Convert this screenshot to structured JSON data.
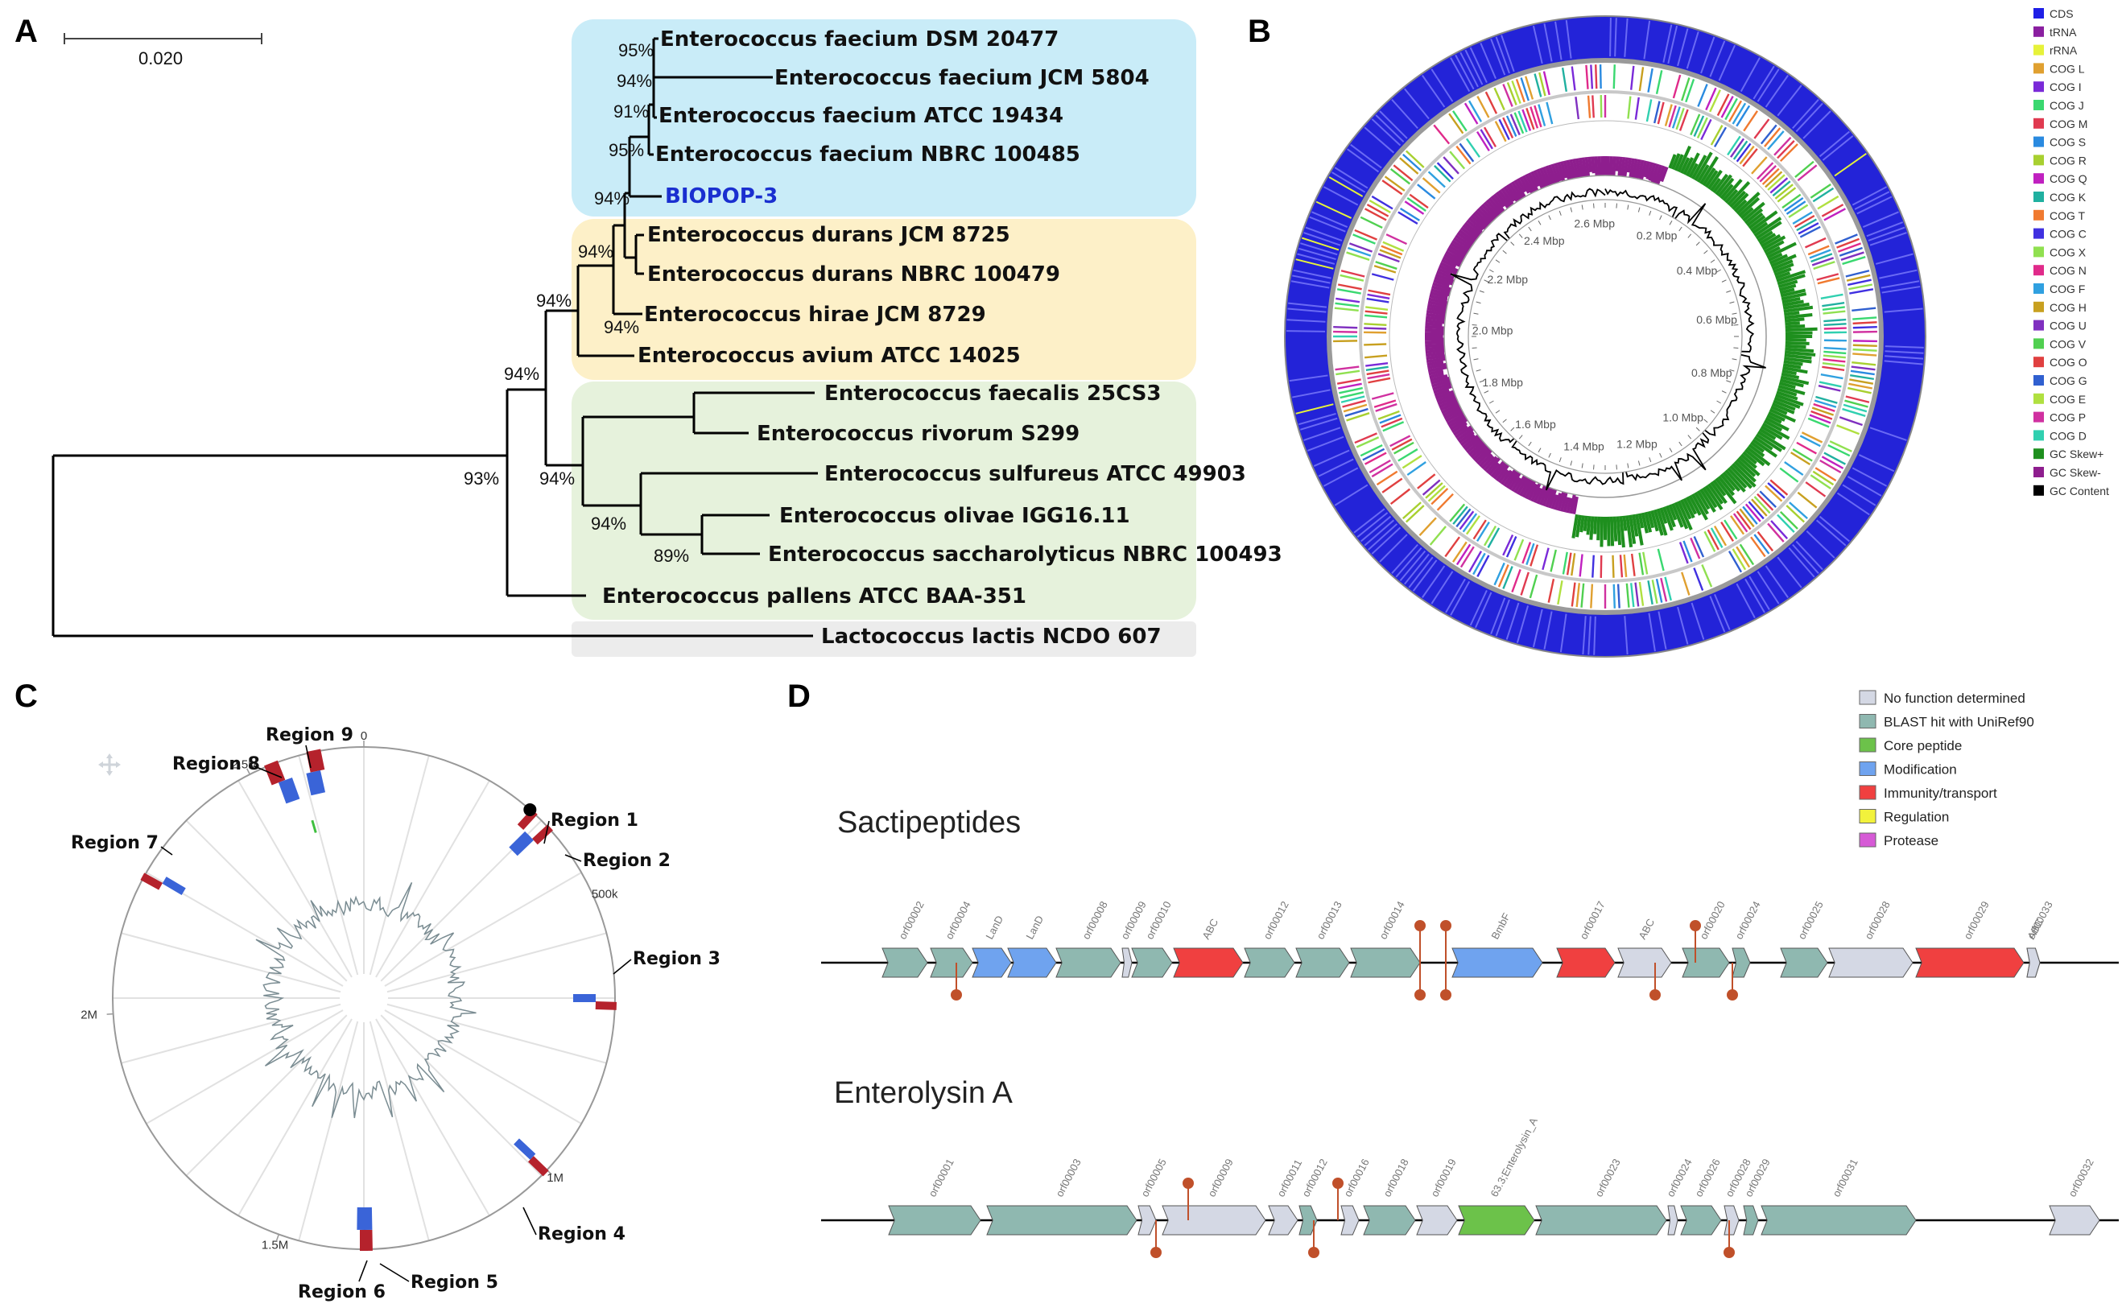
{
  "panels": {
    "a": "A",
    "b": "B",
    "c": "C",
    "d": "D"
  },
  "panel_a": {
    "scale_label": "0.020",
    "taxa": [
      {
        "name": "Enterococcus faecium DSM 20477",
        "highlight": false
      },
      {
        "name": "Enterococcus faecium JCM 5804",
        "highlight": false
      },
      {
        "name": "Enterococcus faecium ATCC 19434",
        "highlight": false
      },
      {
        "name": "Enterococcus faecium NBRC 100485",
        "highlight": false
      },
      {
        "name": "BIOPOP-3",
        "highlight": true
      },
      {
        "name": "Enterococcus durans JCM 8725",
        "highlight": false
      },
      {
        "name": "Enterococcus durans NBRC 100479",
        "highlight": false
      },
      {
        "name": "Enterococcus hirae JCM 8729",
        "highlight": false
      },
      {
        "name": "Enterococcus avium ATCC 14025",
        "highlight": false
      },
      {
        "name": "Enterococcus faecalis 25CS3",
        "highlight": false
      },
      {
        "name": "Enterococcus rivorum S299",
        "highlight": false
      },
      {
        "name": "Enterococcus sulfureus ATCC 49903",
        "highlight": false
      },
      {
        "name": "Enterococcus olivae IGG16.11",
        "highlight": false
      },
      {
        "name": "Enterococcus saccharolyticus NBRC 100493",
        "highlight": false
      },
      {
        "name": "Enterococcus pallens ATCC BAA-351",
        "highlight": false
      },
      {
        "name": "Lactococcus lactis NCDO 607",
        "highlight": false
      }
    ],
    "bootstraps": [
      "95%",
      "94%",
      "91%",
      "95%",
      "94%",
      "94%",
      "94%",
      "94%",
      "94%",
      "94%",
      "94%",
      "93%",
      "89%"
    ],
    "clade_colors": {
      "faecium": "#c9ecf8",
      "durans": "#fdf0c8",
      "faecalis": "#e6f2dc",
      "outgroup": "#ececec"
    }
  },
  "panel_b": {
    "legend": [
      {
        "label": "CDS",
        "color": "#1f1fe6"
      },
      {
        "label": "tRNA",
        "color": "#8a1fa0"
      },
      {
        "label": "rRNA",
        "color": "#e6f23a"
      },
      {
        "label": "COG L",
        "color": "#e0a030"
      },
      {
        "label": "COG I",
        "color": "#7a2ad8"
      },
      {
        "label": "COG J",
        "color": "#3ad870"
      },
      {
        "label": "COG M",
        "color": "#e03a50"
      },
      {
        "label": "COG S",
        "color": "#2a8ae0"
      },
      {
        "label": "COG R",
        "color": "#a8d030"
      },
      {
        "label": "COG Q",
        "color": "#c020c0"
      },
      {
        "label": "COG K",
        "color": "#20b0a0"
      },
      {
        "label": "COG T",
        "color": "#f07a30"
      },
      {
        "label": "COG C",
        "color": "#4030e0"
      },
      {
        "label": "COG X",
        "color": "#90e050"
      },
      {
        "label": "COG N",
        "color": "#e02a8a"
      },
      {
        "label": "COG F",
        "color": "#30a0e0"
      },
      {
        "label": "COG H",
        "color": "#c8a020"
      },
      {
        "label": "COG U",
        "color": "#8030c0"
      },
      {
        "label": "COG V",
        "color": "#50d050"
      },
      {
        "label": "COG O",
        "color": "#e04040"
      },
      {
        "label": "COG G",
        "color": "#3060d0"
      },
      {
        "label": "COG E",
        "color": "#b0e040"
      },
      {
        "label": "COG P",
        "color": "#d030a0"
      },
      {
        "label": "COG D",
        "color": "#30d0b0"
      },
      {
        "label": "GC Skew+",
        "color": "#1e8f1e"
      },
      {
        "label": "GC Skew-",
        "color": "#8e1e8e"
      },
      {
        "label": "GC Content",
        "color": "#000000"
      }
    ],
    "ring_ticks": [
      "0.2 Mbp",
      "0.4 Mbp",
      "0.6 Mbp",
      "0.8 Mbp",
      "1.0 Mbp",
      "1.2 Mbp",
      "1.4 Mbp",
      "1.6 Mbp",
      "1.8 Mbp",
      "2.0 Mbp",
      "2.2 Mbp",
      "2.4 Mbp",
      "2.6 Mbp"
    ]
  },
  "panel_c": {
    "regions": [
      "Region 1",
      "Region 2",
      "Region 3",
      "Region 4",
      "Region 5",
      "Region 6",
      "Region 7",
      "Region 8",
      "Region 9"
    ],
    "axis_ticks": [
      "0",
      "500k",
      "1M",
      "1.5M",
      "2M",
      "2.5M"
    ]
  },
  "panel_d": {
    "legend": [
      {
        "label": "No  function determined",
        "color": "#d4d8e4"
      },
      {
        "label": "BLAST hit with UniRef90",
        "color": "#8fb8b0"
      },
      {
        "label": "Core peptide",
        "color": "#6cc24a"
      },
      {
        "label": "Modification",
        "color": "#6fa3ef"
      },
      {
        "label": "Immunity/transport",
        "color": "#f04040"
      },
      {
        "label": "Regulation",
        "color": "#f2f23c"
      },
      {
        "label": "Protease",
        "color": "#d65ad6"
      }
    ],
    "clusters": [
      {
        "title": "Sactipeptides",
        "genes": [
          "orf00002",
          "orf00004",
          "LanD",
          "LanD",
          "orf00008",
          "orf00009",
          "orf00010",
          "ABC",
          "orf00012",
          "orf00013",
          "orf00014",
          "BmbF",
          "orf00017",
          "ABC",
          "orf00020",
          "orf00024",
          "orf00025",
          "orf00028",
          "orf00029",
          "ABC",
          "orf00033"
        ]
      },
      {
        "title": "Enterolysin A",
        "genes": [
          "orf00001",
          "orf00003",
          "orf00005",
          "orf00009",
          "orf00011",
          "orf00012",
          "orf00016",
          "orf00018",
          "orf00019",
          "63.3;Enterolysin_A",
          "orf00023",
          "orf00024",
          "orf00026",
          "orf00028",
          "orf00029",
          "orf00031",
          "orf00032"
        ]
      }
    ]
  }
}
